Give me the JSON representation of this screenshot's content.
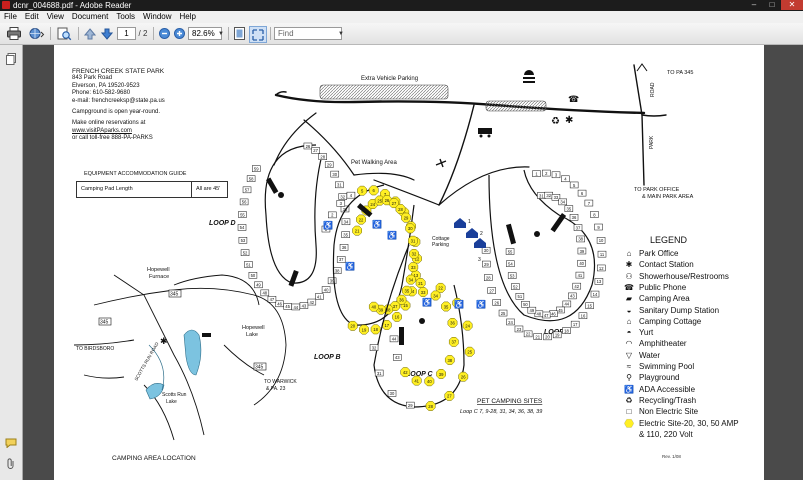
{
  "window": {
    "title": "dcnr_004688.pdf - Adobe Reader",
    "controls": [
      "–",
      "□",
      "✕"
    ]
  },
  "menu": [
    "File",
    "Edit",
    "View",
    "Document",
    "Tools",
    "Window",
    "Help"
  ],
  "toolbar": {
    "page_current": "1",
    "page_total": "/ 2",
    "zoom": "82.6%",
    "find_placeholder": "Find"
  },
  "map": {
    "park": {
      "name": "FRENCH CREEK STATE PARK",
      "address1": "843 Park Road",
      "address2": "Elverson, PA 19520-9523",
      "phone": "Phone: 610-582-9680",
      "email": "e-mail: frenchcreeksp@state.pa.us",
      "open": "Campground is open year-round.",
      "reserve1": "Make online reservations at",
      "website": "www.visitPAparks.com",
      "reserve2": "or call toll-free 888-PA-PARKS"
    },
    "guide": {
      "title": "EQUIPMENT ACCOMMODATION GUIDE",
      "row_label": "Camping Pad Length",
      "row_value": "All are 45'"
    },
    "labels": {
      "extra_parking": "Extra Vehicle Parking",
      "pet_walking": "Pet Walking Area",
      "to_pa345": "TO PA 345",
      "road": "ROAD",
      "park": "PARK",
      "to_office1": "TO PARK OFFICE",
      "to_office2": "& MAIN PARK AREA",
      "loop_a": "LOOP A",
      "loop_b": "LOOP B",
      "loop_c": "LOOP C",
      "loop_d": "LOOP D",
      "cottage_parking1": "Cottage",
      "cottage_parking2": "Parking",
      "pet_sites_title": "PET CAMPING SITES",
      "pet_sites_list": "Loop C 7, 9-28, 31, 34, 36, 38, 39",
      "location_title": "CAMPING AREA LOCATION",
      "hopewell_furnace1": "Hopewell",
      "hopewell_furnace2": "Furnace",
      "hopewell_lake1": "Hopewell",
      "hopewell_lake2": "Lake",
      "to_birdsboro": "TO BIRDSBORO",
      "to_warwick1": "TO WARWICK",
      "to_warwick2": "& PA. 23",
      "scotts_run1": "Scotts Run",
      "scotts_run2": "Lake",
      "scotts_run_road": "SCOTTS RUN ROAD",
      "r345a": "345",
      "r345b": "345",
      "r345c": "345",
      "revision": "Rev. 1/08"
    },
    "legend": {
      "title": "LEGEND",
      "items": [
        {
          "icon": "park-office-icon",
          "glyph": "⌂",
          "label": "Park Office"
        },
        {
          "icon": "contact-station-icon",
          "glyph": "✱",
          "label": "Contact Station"
        },
        {
          "icon": "showerhouse-icon",
          "glyph": "⚇",
          "label": "Showerhouse/Restrooms"
        },
        {
          "icon": "phone-icon",
          "glyph": "☎",
          "label": "Public Phone"
        },
        {
          "icon": "camping-area-icon",
          "glyph": "▰",
          "label": "Camping Area"
        },
        {
          "icon": "dump-station-icon",
          "glyph": "◒",
          "label": "Sanitary Dump Station"
        },
        {
          "icon": "cottage-icon",
          "glyph": "⌂",
          "label": "Camping Cottage"
        },
        {
          "icon": "yurt-icon",
          "glyph": "◓",
          "label": "Yurt"
        },
        {
          "icon": "amphitheater-icon",
          "glyph": "◠",
          "label": "Amphitheater"
        },
        {
          "icon": "water-icon",
          "glyph": "▽",
          "label": "Water"
        },
        {
          "icon": "swimming-icon",
          "glyph": "≈",
          "label": "Swimming Pool"
        },
        {
          "icon": "playground-icon",
          "glyph": "⚲",
          "label": "Playground"
        },
        {
          "icon": "ada-icon",
          "glyph": "♿",
          "label": "ADA Accessible"
        },
        {
          "icon": "recycle-icon",
          "glyph": "♻",
          "label": "Recycling/Trash"
        },
        {
          "icon": "non-electric-icon",
          "glyph": "□",
          "label": "Non Electric Site"
        },
        {
          "icon": "electric-icon",
          "glyph": "⬣",
          "label": "Electric Site-20, 30, 50 AMP"
        },
        {
          "icon": "",
          "glyph": "",
          "label": "& 110, 220 Volt"
        }
      ]
    },
    "sites": {
      "loop_d": [
        "26",
        "27",
        "28",
        "29",
        "30",
        "31",
        "32",
        "33",
        "34",
        "35",
        "36",
        "37",
        "38",
        "39",
        "40",
        "41",
        "42",
        "43",
        "44",
        "45",
        "46",
        "47",
        "48",
        "49",
        "50",
        "51",
        "52",
        "53",
        "54",
        "55",
        "56",
        "57",
        "58",
        "59"
      ],
      "loop_b": [
        "1",
        "2",
        "3",
        "4",
        "5",
        "6",
        "7",
        "8",
        "9",
        "10",
        "11",
        "12",
        "13",
        "14",
        "15",
        "16",
        "17",
        "18",
        "19",
        "20",
        "21",
        "22",
        "23",
        "24",
        "25",
        "26",
        "27",
        "28",
        "29",
        "30",
        "31",
        "32",
        "33",
        "34",
        "35",
        "36",
        "37",
        "38",
        "39",
        "40"
      ],
      "loop_c": [
        "21",
        "22",
        "23",
        "24",
        "25",
        "26",
        "27",
        "28",
        "29",
        "30",
        "31",
        "32",
        "33",
        "34",
        "35",
        "36",
        "37",
        "38",
        "39",
        "40",
        "41",
        "42",
        "43",
        "44"
      ],
      "loop_a": [
        "1",
        "2",
        "3",
        "4",
        "5",
        "6",
        "7",
        "8",
        "9",
        "10",
        "11",
        "12",
        "13",
        "14",
        "15",
        "16",
        "17",
        "18",
        "19",
        "20",
        "21",
        "22",
        "23",
        "24",
        "25",
        "26",
        "27",
        "28",
        "29",
        "30",
        "31",
        "32",
        "33",
        "34",
        "35",
        "36",
        "37",
        "38",
        "39",
        "40",
        "41",
        "42",
        "43",
        "44",
        "45",
        "46",
        "47",
        "48",
        "49",
        "50",
        "51",
        "52",
        "53",
        "54",
        "55"
      ],
      "cottage_labels": [
        "1",
        "2",
        "3"
      ]
    },
    "colors": {
      "electric": "#ffef24",
      "black": "#111111",
      "lake": "#7cc3e0"
    }
  }
}
